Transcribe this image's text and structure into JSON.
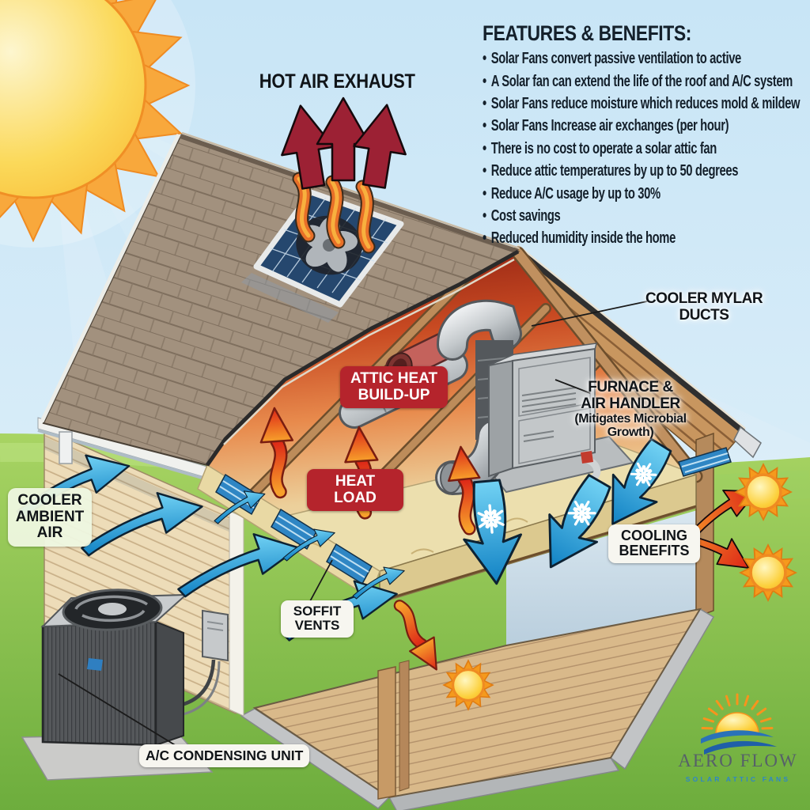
{
  "title": "HOT AIR EXHAUST",
  "features": {
    "title": "FEATURES & BENEFITS:",
    "items": [
      "Solar Fans convert passive ventilation to active",
      "A Solar fan can extend the life of the roof and A/C system",
      "Solar Fans reduce moisture which reduces mold & mildew",
      "Solar Fans Increase air exchanges (per hour)",
      "There is no cost to operate a solar attic fan",
      "Reduce attic temperatures by up to 50 degrees",
      "Reduce A/C usage by up to 30%",
      "Cost savings",
      "Reduced humidity inside the home"
    ]
  },
  "labels": {
    "cooler_mylar": {
      "line1": "COOLER MYLAR",
      "line2": "DUCTS"
    },
    "furnace": {
      "line1": "FURNACE &",
      "line2": "AIR HANDLER",
      "line3": "(Mitigates Microbial",
      "line4": "Growth)"
    },
    "attic_heat": {
      "line1": "ATTIC HEAT",
      "line2": "BUILD-UP"
    },
    "heat_load": "HEAT LOAD",
    "cooler_ambient": {
      "line1": "COOLER",
      "line2": "AMBIENT",
      "line3": "AIR"
    },
    "soffit_vents": {
      "line1": "SOFFIT",
      "line2": "VENTS"
    },
    "cooling_benefits": {
      "line1": "COOLING",
      "line2": "BENEFITS"
    },
    "ac_condensing_unit": "A/C CONDENSING UNIT"
  },
  "logo": {
    "name": "AERO FLOW",
    "tagline": "SOLAR ATTIC FANS"
  },
  "icons": {
    "bullet": "•",
    "snowflake": "❄",
    "sun": "☀"
  },
  "colors": {
    "label_red": "#b5242c",
    "arrow_blue": "#29a8e0",
    "arrow_red": "#e0301c",
    "exhaust_maroon": "#9c2134",
    "grass": "#7fb845",
    "sky": "#cfe9f7",
    "logo_blue": "#2e86c8",
    "logo_gray": "#566069",
    "insulation": "#e9d9a4"
  }
}
